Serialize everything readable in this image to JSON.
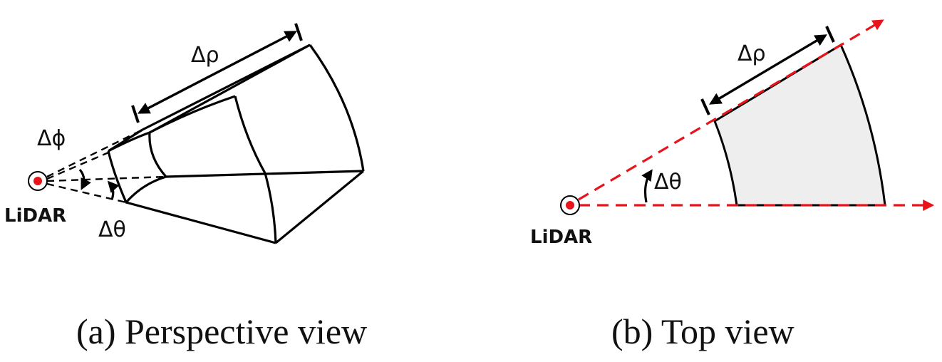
{
  "panel_a": {
    "sensor_label": "LiDAR",
    "delta_rho": "Δρ",
    "delta_phi": "Δϕ",
    "delta_theta": "Δθ",
    "caption": "(a) Perspective view"
  },
  "panel_b": {
    "sensor_label": "LiDAR",
    "delta_rho": "Δρ",
    "delta_theta": "Δθ",
    "caption": "(b) Top view"
  },
  "colors": {
    "sensor_dot": "#e8141b",
    "ray_dash": "#e8141b",
    "cell_fill": "#eeeeee",
    "line": "#000000"
  }
}
